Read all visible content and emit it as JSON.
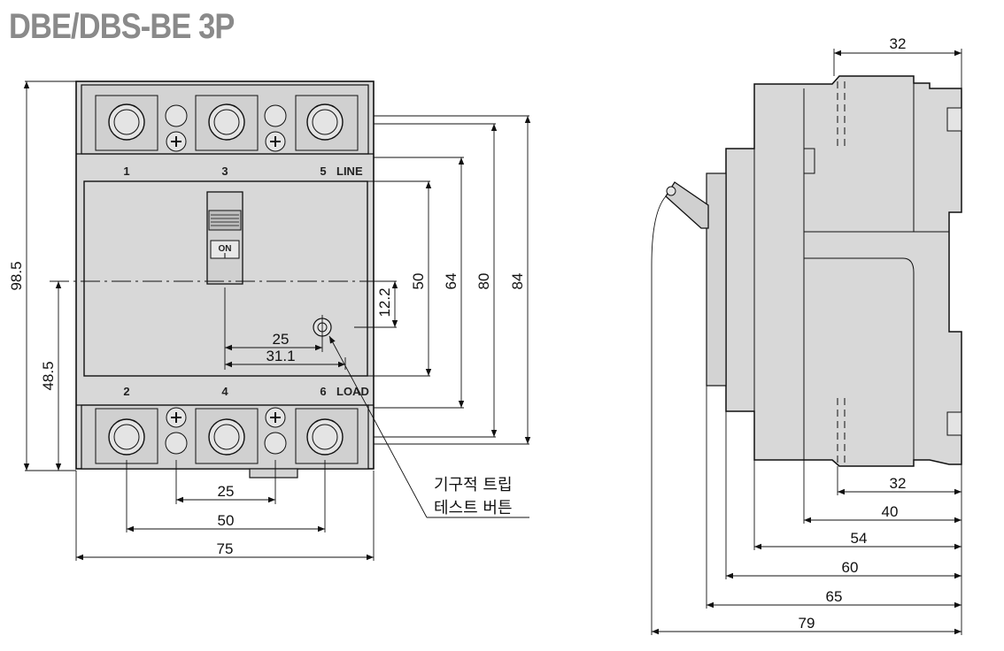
{
  "title": "DBE/DBS-BE 3P",
  "front_view": {
    "terminals_top": [
      "1",
      "3",
      "5"
    ],
    "line_label": "LINE",
    "terminals_bottom": [
      "2",
      "4",
      "6"
    ],
    "load_label": "LOAD",
    "switch_label": "ON",
    "switch_sub": "I",
    "dimensions": {
      "height_total": "98.5",
      "height_half": "48.5",
      "d50": "50",
      "d64": "64",
      "d80": "80",
      "d84": "84",
      "d12_2": "12.2",
      "d25_inner": "25",
      "d31_1": "31.1",
      "pitch_25": "25",
      "pitch_50": "50",
      "width_75": "75"
    },
    "callout": [
      "기구적 트립",
      "테스트 버튼"
    ]
  },
  "side_view": {
    "dimensions": {
      "top_32": "32",
      "d32": "32",
      "d40": "40",
      "d54": "54",
      "d60": "60",
      "d65": "65",
      "d79": "79"
    }
  },
  "colors": {
    "body_fill": "#d8d8d8",
    "title_color": "#8a8a8a",
    "line_color": "#111111"
  }
}
